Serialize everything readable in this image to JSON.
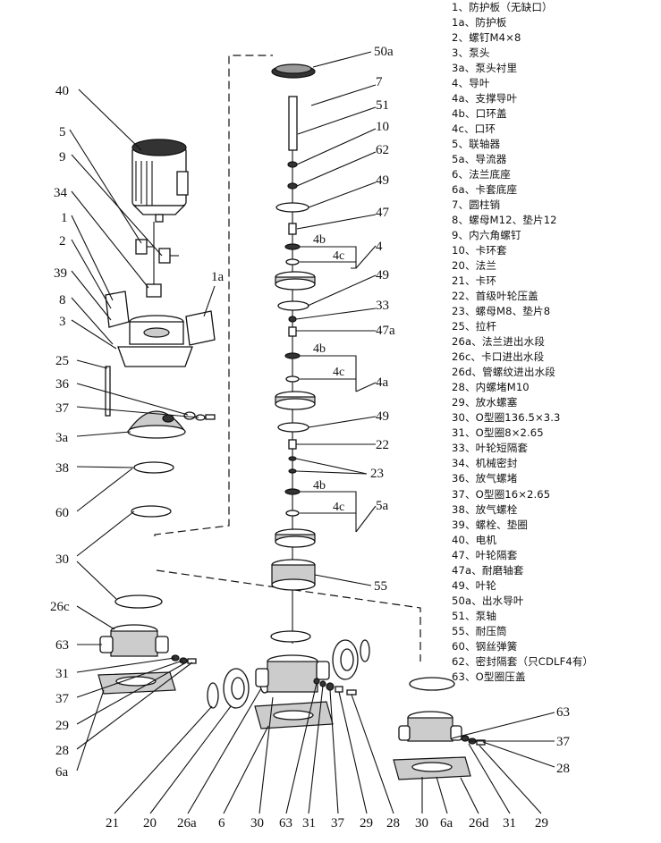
{
  "legend": [
    "1、防护板（无缺口）",
    "1a、防护板",
    "2、螺钉M4×8",
    "3、泵头",
    "3a、泵头衬里",
    "4、导叶",
    "4a、支撑导叶",
    "4b、口环盖",
    "4c、口环",
    "5、联轴器",
    "5a、导流器",
    "6、法兰底座",
    "6a、卡套底座",
    "7、圆柱销",
    "8、螺母M12、垫片12",
    "9、内六角螺钉",
    "10、卡环套",
    "20、法兰",
    "21、卡环",
    "22、首级叶轮压盖",
    "23、螺母M8、垫片8",
    "25、拉杆",
    "26a、法兰进出水段",
    "26c、卡口进出水段",
    "26d、管螺纹进出水段",
    "28、内螺堵M10",
    "29、放水螺塞",
    "30、O型圈136.5×3.3",
    "31、O型圈8×2.65",
    "33、叶轮短隔套",
    "34、机械密封",
    "36、放气螺堵",
    "37、O型圈16×2.65",
    "38、放气螺栓",
    "39、螺栓、垫圈",
    "40、电机",
    "47、叶轮隔套",
    "47a、耐磨轴套",
    "49、叶轮",
    "50a、出水导叶",
    "51、泵轴",
    "55、耐压筒",
    "60、钢丝弹簧",
    "62、密封隔套（只CDLF4有）",
    "63、O型圈压盖"
  ],
  "callouts": {
    "c40": "40",
    "c5": "5",
    "c9": "9",
    "c34": "34",
    "c1": "1",
    "c2": "2",
    "c39": "39",
    "c8": "8",
    "c3": "3",
    "c1a": "1a",
    "c25": "25",
    "c36": "36",
    "c37": "37",
    "c3a": "3a",
    "c38": "38",
    "c60": "60",
    "c30": "30",
    "c26c": "26c",
    "c63": "63",
    "c31": "31",
    "c37b": "37",
    "c29": "29",
    "c28": "28",
    "c6a": "6a",
    "r50a": "50a",
    "r7": "7",
    "r51": "51",
    "r10": "10",
    "r62": "62",
    "r49": "49",
    "r47": "47",
    "r4b": "4b",
    "r4c": "4c",
    "r4": "4",
    "r49b": "49",
    "r33": "33",
    "r47a": "47a",
    "r4b2": "4b",
    "r4c2": "4c",
    "r4a": "4a",
    "r49c": "49",
    "r22": "22",
    "r23": "23",
    "r4b3": "4b",
    "r4c3": "4c",
    "r5a": "5a",
    "r55": "55",
    "rr63": "63",
    "rr37": "37",
    "rr28": "28",
    "b21": "21",
    "b20": "20",
    "b26a": "26a",
    "b6": "6",
    "b30": "30",
    "b63": "63",
    "b31": "31",
    "b37": "37",
    "b29": "29",
    "b28": "28",
    "b30b": "30",
    "b6a": "6a",
    "b26d": "26d",
    "b31b": "31",
    "b29b": "29"
  }
}
